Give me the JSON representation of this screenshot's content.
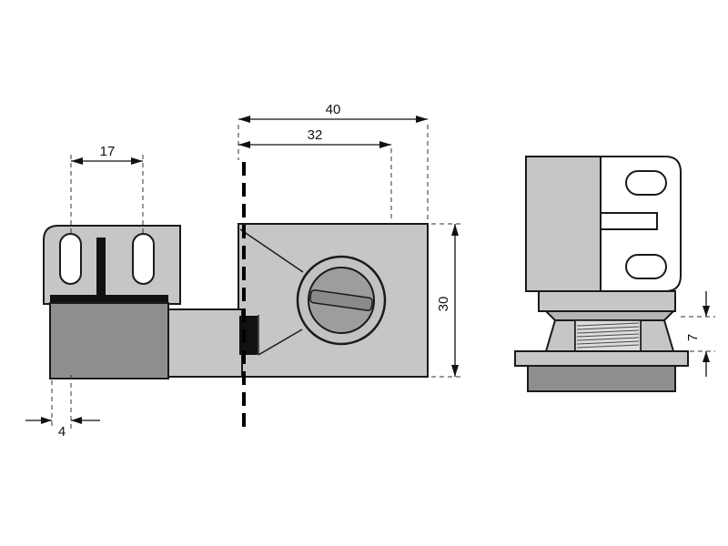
{
  "dimensions": {
    "overall_width": "40",
    "inner_width": "32",
    "slot_spacing": "17",
    "body_height": "30",
    "edge_offset": "4",
    "flange_height": "7"
  },
  "colors": {
    "part_light_gray": "#c6c6c6",
    "part_mid_gray": "#9d9d9d",
    "part_dark_gray": "#8e8e8e",
    "section_black": "#111111",
    "line_black": "#000000",
    "background": "#ffffff"
  }
}
